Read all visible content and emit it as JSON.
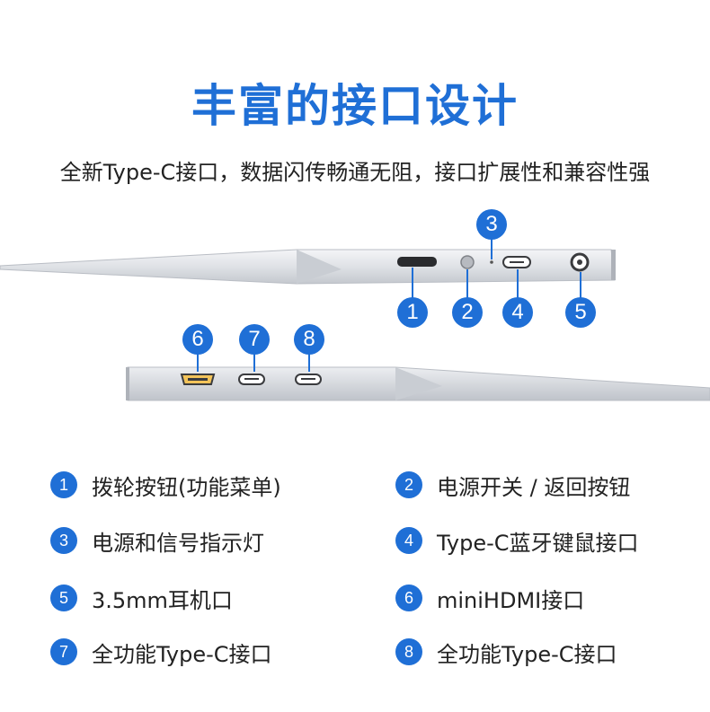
{
  "header": {
    "title": "丰富的接口设计",
    "subtitle": "全新Type-C接口，数据闪传畅通无阻，接口扩展性和兼容性强"
  },
  "markers": [
    "1",
    "2",
    "3",
    "4",
    "5",
    "6",
    "7",
    "8"
  ],
  "legend": [
    {
      "num": "1",
      "label": "拨轮按钮(功能菜单)"
    },
    {
      "num": "2",
      "label": "电源开关 / 返回按钮"
    },
    {
      "num": "3",
      "label": "电源和信号指示灯"
    },
    {
      "num": "4",
      "label": "Type-C蓝牙键鼠接口"
    },
    {
      "num": "5",
      "label": "3.5mm耳机口"
    },
    {
      "num": "6",
      "label": "miniHDMI接口"
    },
    {
      "num": "7",
      "label": "全功能Type-C接口"
    },
    {
      "num": "8",
      "label": "全功能Type-C接口"
    }
  ],
  "colors": {
    "accent": "#1f6fd6",
    "text": "#222222",
    "silver": "#d9dce1"
  }
}
